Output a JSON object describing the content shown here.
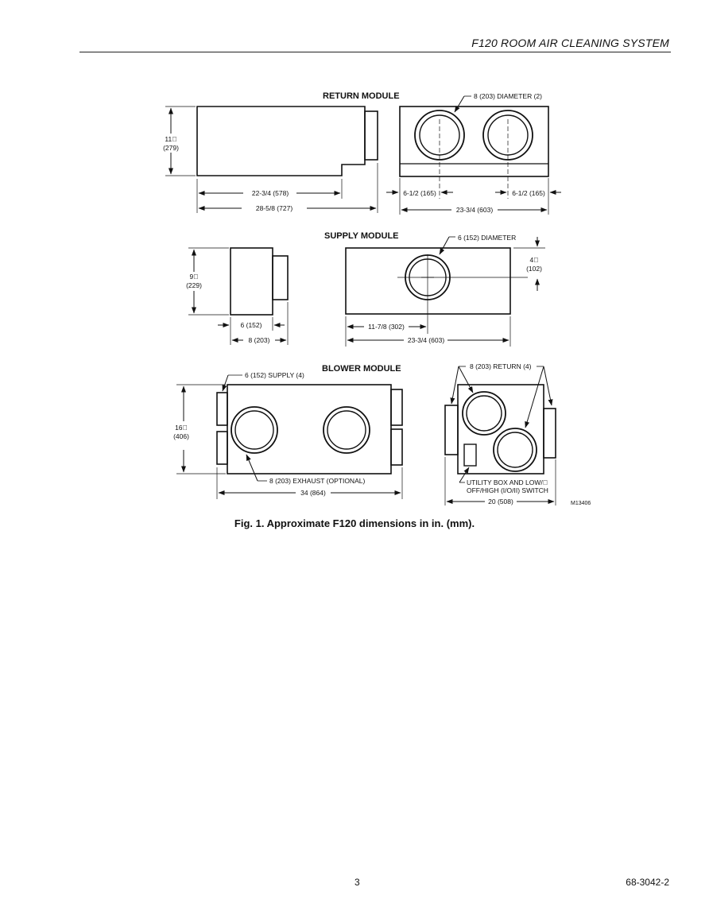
{
  "header": {
    "title": "F120 ROOM AIR CLEANING SYSTEM"
  },
  "figure": {
    "return_module": {
      "title": "RETURN MODULE",
      "diameter": "8 (203) DIAMETER (2)",
      "height_in": "11\u0000",
      "height_mm": "(279)",
      "dim_body": "22-3/4 (578)",
      "dim_total": "28-5/8 (727)",
      "dim_left_offset": "6-1/2 (165)",
      "dim_right_offset": "6-1/2 (165)",
      "dim_width": "23-3/4 (603)"
    },
    "supply_module": {
      "title": "SUPPLY MODULE",
      "diameter": "6 (152) DIAMETER",
      "height_in": "9\u0000",
      "height_mm": "(229)",
      "dim_body": "6 (152)",
      "dim_total": "8 (203)",
      "dim_center_in": "4\u0000",
      "dim_center_mm": "(102)",
      "dim_offset": "11-7/8 (302)",
      "dim_width": "23-3/4 (603)"
    },
    "blower_module": {
      "title": "BLOWER MODULE",
      "supply_label": "6 (152) SUPPLY (4)",
      "height_in": "16\u0000",
      "height_mm": "(406)",
      "exhaust_label": "8 (203) EXHAUST (OPTIONAL)",
      "dim_length": "34 (864)",
      "return_label": "8 (203) RETURN (4)",
      "utility_label_1": "UTILITY BOX AND LOW/\u0000",
      "utility_label_2": "OFF/HIGH (I/O/II) SWITCH",
      "dim_width": "20 (508)",
      "drawing_number": "M13406"
    },
    "caption": "Fig. 1. Approximate F120 dimensions in in. (mm)."
  },
  "footer": {
    "page_number": "3",
    "doc_number": "68-3042-2"
  }
}
